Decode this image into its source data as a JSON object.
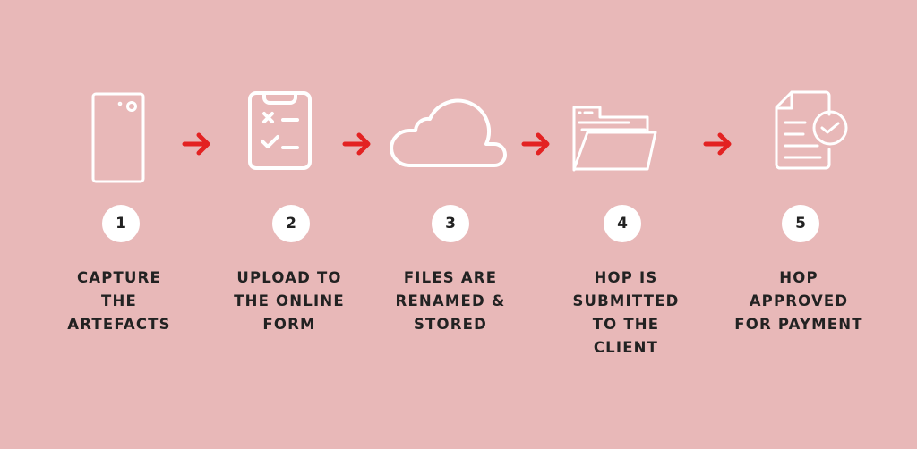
{
  "steps": [
    {
      "number": "1",
      "icon": "smartphone-icon",
      "lines": [
        "CAPTURE",
        "THE",
        "ARTEFACTS"
      ]
    },
    {
      "number": "2",
      "icon": "clipboard-checklist-icon",
      "lines": [
        "UPLOAD TO",
        "THE ONLINE",
        "FORM"
      ]
    },
    {
      "number": "3",
      "icon": "cloud-icon",
      "lines": [
        "FILES ARE",
        "RENAMED &",
        "STORED"
      ]
    },
    {
      "number": "4",
      "icon": "folder-icon",
      "lines": [
        "HOP IS",
        "SUBMITTED",
        "TO THE",
        "CLIENT"
      ]
    },
    {
      "number": "5",
      "icon": "approved-document-icon",
      "lines": [
        "HOP",
        "APPROVED",
        "FOR PAYMENT"
      ]
    }
  ],
  "colors": {
    "background": "#E8B8B8",
    "arrow": "#E32222",
    "icon": "#FFFFFF",
    "text": "#222222"
  }
}
